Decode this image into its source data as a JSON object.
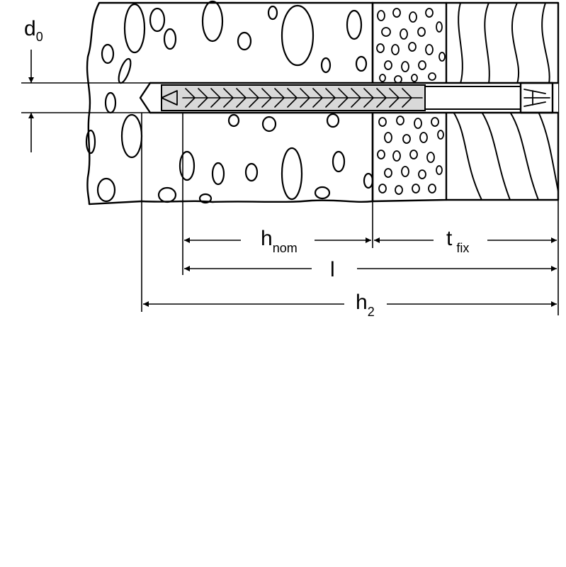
{
  "labels": {
    "d0_main": "d",
    "d0_sub": "0",
    "hnom_main": "h",
    "hnom_sub": "nom",
    "tfix_main": "t",
    "tfix_sub": "fix",
    "l_main": "l",
    "h2_main": "h",
    "h2_sub": "2"
  },
  "colors": {
    "ink": "#000000",
    "background": "#ffffff",
    "anchor_fill": "#d9d9d9"
  }
}
